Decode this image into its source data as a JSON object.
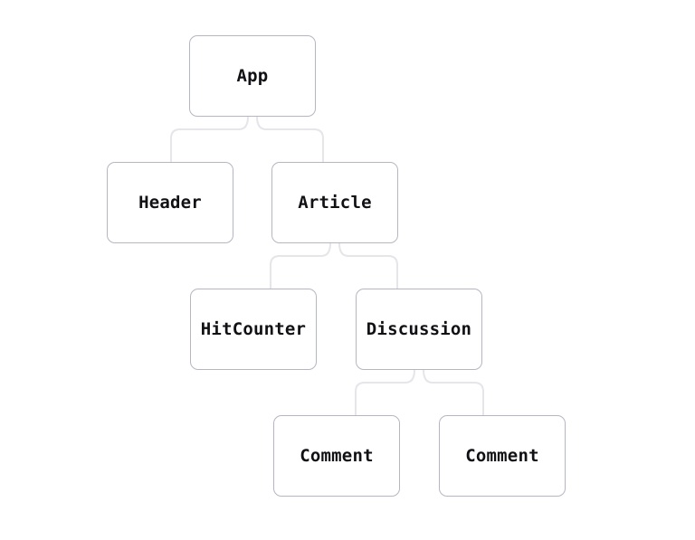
{
  "diagram": {
    "type": "tree",
    "nodes": [
      {
        "id": "app",
        "label": "App"
      },
      {
        "id": "header",
        "label": "Header"
      },
      {
        "id": "article",
        "label": "Article"
      },
      {
        "id": "hitcounter",
        "label": "HitCounter"
      },
      {
        "id": "discussion",
        "label": "Discussion"
      },
      {
        "id": "comment-1",
        "label": "Comment"
      },
      {
        "id": "comment-2",
        "label": "Comment"
      }
    ],
    "edges": [
      {
        "from": "app",
        "to": "header"
      },
      {
        "from": "app",
        "to": "article"
      },
      {
        "from": "article",
        "to": "hitcounter"
      },
      {
        "from": "article",
        "to": "discussion"
      },
      {
        "from": "discussion",
        "to": "comment-1"
      },
      {
        "from": "discussion",
        "to": "comment-2"
      }
    ],
    "colors": {
      "node_border": "#b6b6c2",
      "connector": "#e5e5ea",
      "text": "#111115",
      "background": "#ffffff"
    }
  }
}
